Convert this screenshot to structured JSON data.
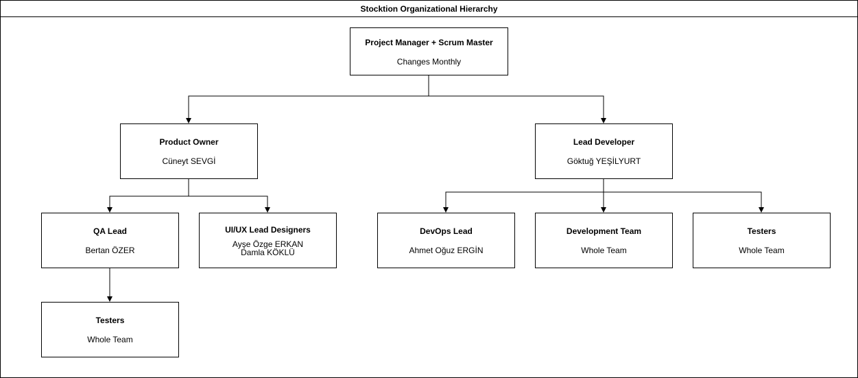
{
  "title": "Stocktion Organizational Hierarchy",
  "nodes": {
    "pm": {
      "title": "Project Manager + Scrum Master",
      "subtitle": "Changes Monthly"
    },
    "po": {
      "title": "Product Owner",
      "subtitle": "Cüneyt SEVGİ"
    },
    "lead_dev": {
      "title": "Lead Developer",
      "subtitle": "Göktuğ YEŞİLYURT"
    },
    "qa": {
      "title": "QA Lead",
      "subtitle": "Bertan ÖZER"
    },
    "uiux": {
      "title": "UI/UX Lead Designers",
      "subtitle": "Ayşe Özge ERKAN\nDamla KÖKLÜ"
    },
    "devops": {
      "title": "DevOps Lead",
      "subtitle": "Ahmet Oğuz ERGİN"
    },
    "dev_team": {
      "title": "Development Team",
      "subtitle": "Whole Team"
    },
    "testers_right": {
      "title": "Testers",
      "subtitle": "Whole Team"
    },
    "testers_qa": {
      "title": "Testers",
      "subtitle": "Whole Team"
    }
  },
  "edges": [
    [
      "pm",
      "po"
    ],
    [
      "pm",
      "lead_dev"
    ],
    [
      "po",
      "qa"
    ],
    [
      "po",
      "uiux"
    ],
    [
      "lead_dev",
      "devops"
    ],
    [
      "lead_dev",
      "dev_team"
    ],
    [
      "lead_dev",
      "testers_right"
    ],
    [
      "qa",
      "testers_qa"
    ]
  ]
}
